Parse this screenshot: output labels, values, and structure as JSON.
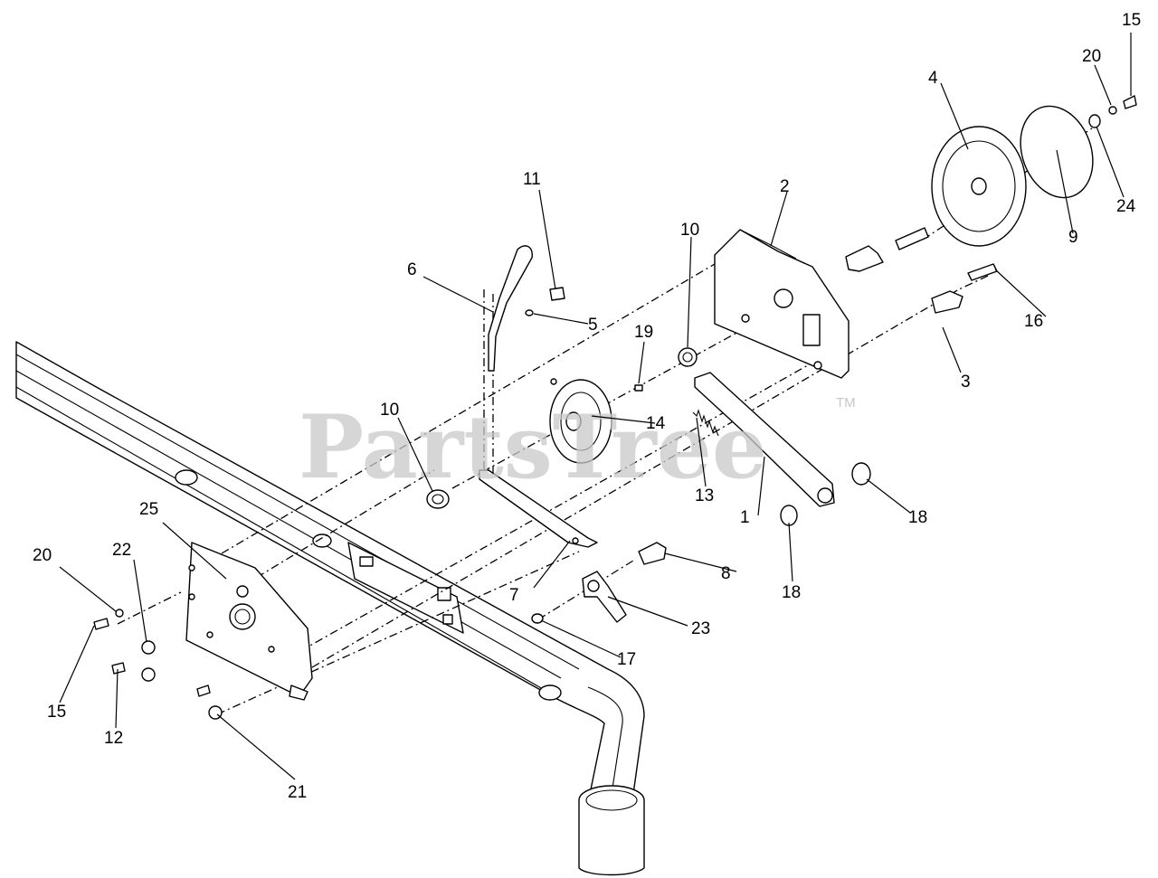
{
  "watermark": {
    "brand": "PartsTree",
    "trademark": "TM"
  },
  "callouts": [
    {
      "id": "c1",
      "label": "1"
    },
    {
      "id": "c2",
      "label": "2"
    },
    {
      "id": "c3",
      "label": "3"
    },
    {
      "id": "c4",
      "label": "4"
    },
    {
      "id": "c5",
      "label": "5"
    },
    {
      "id": "c6",
      "label": "6"
    },
    {
      "id": "c7",
      "label": "7"
    },
    {
      "id": "c8",
      "label": "8"
    },
    {
      "id": "c9",
      "label": "9"
    },
    {
      "id": "c10a",
      "label": "10"
    },
    {
      "id": "c10b",
      "label": "10"
    },
    {
      "id": "c11",
      "label": "11"
    },
    {
      "id": "c12",
      "label": "12"
    },
    {
      "id": "c13",
      "label": "13"
    },
    {
      "id": "c14",
      "label": "14"
    },
    {
      "id": "c15a",
      "label": "15"
    },
    {
      "id": "c15b",
      "label": "15"
    },
    {
      "id": "c16",
      "label": "16"
    },
    {
      "id": "c17",
      "label": "17"
    },
    {
      "id": "c18a",
      "label": "18"
    },
    {
      "id": "c18b",
      "label": "18"
    },
    {
      "id": "c19",
      "label": "19"
    },
    {
      "id": "c20a",
      "label": "20"
    },
    {
      "id": "c20b",
      "label": "20"
    },
    {
      "id": "c21",
      "label": "21"
    },
    {
      "id": "c22",
      "label": "22"
    },
    {
      "id": "c23",
      "label": "23"
    },
    {
      "id": "c24",
      "label": "24"
    },
    {
      "id": "c25",
      "label": "25"
    }
  ]
}
